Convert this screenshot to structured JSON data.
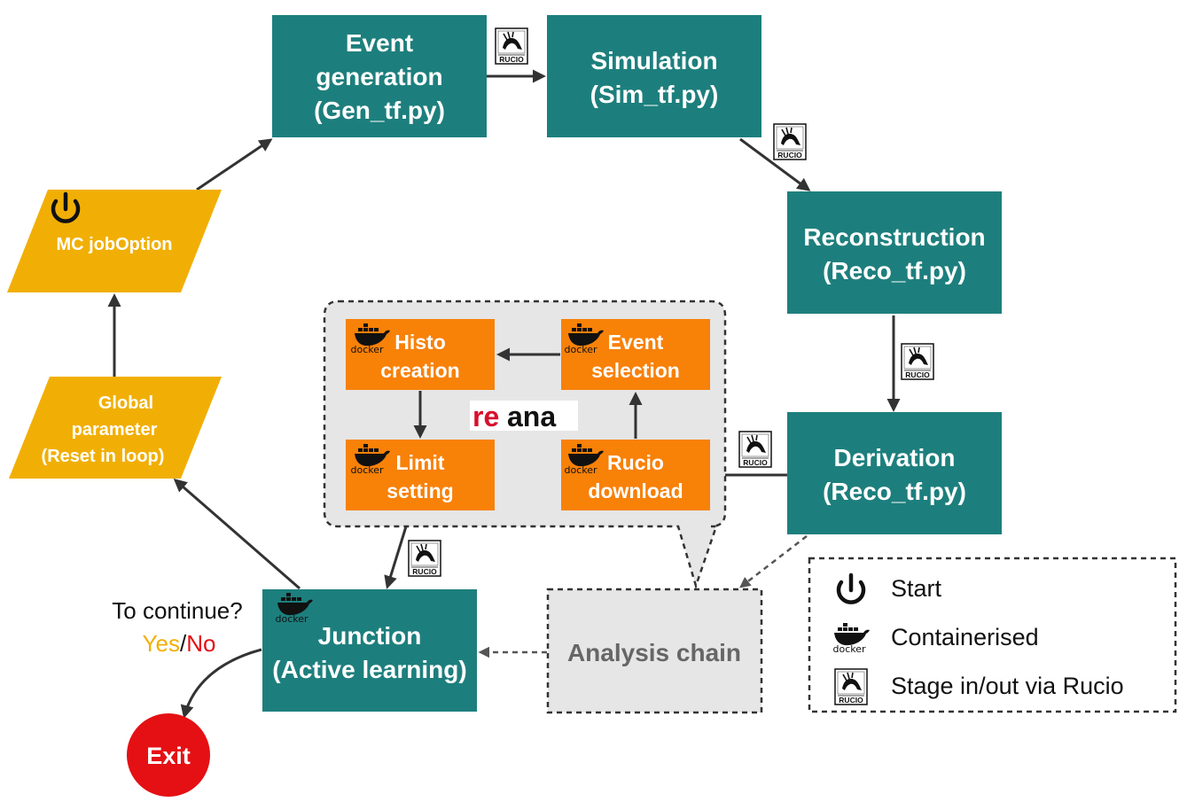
{
  "colors": {
    "teal": "#1d7f7d",
    "orange": "#f88108",
    "yellow": "#f1af05",
    "grey_box": "#e6e6e6",
    "exit_red": "#e41014",
    "yes": "#f1af05",
    "no": "#e41014",
    "reana_red": "#d7102c"
  },
  "nodes": {
    "event_generation": {
      "line1": "Event",
      "line2": "generation",
      "line3": "(Gen_tf.py)"
    },
    "simulation": {
      "line1": "Simulation",
      "line2": "(Sim_tf.py)"
    },
    "reconstruction": {
      "line1": "Reconstruction",
      "line2": "(Reco_tf.py)"
    },
    "derivation": {
      "line1": "Derivation",
      "line2": "(Reco_tf.py)"
    },
    "junction": {
      "line1": "Junction",
      "line2": "(Active learning)"
    },
    "mc_joboption": {
      "label": "MC jobOption"
    },
    "global_parameter": {
      "line1": "Global",
      "line2": "parameter",
      "line3": "(Reset in loop)"
    },
    "histo_creation": {
      "line1": "Histo",
      "line2": "creation"
    },
    "event_selection": {
      "line1": "Event",
      "line2": "selection"
    },
    "limit_setting": {
      "line1": "Limit",
      "line2": "setting"
    },
    "rucio_download": {
      "line1": "Rucio",
      "line2": "download"
    },
    "analysis_chain": {
      "label": "Analysis chain"
    },
    "exit": {
      "label": "Exit"
    }
  },
  "reana_logo": {
    "text_re": "re",
    "text_ana": "ana"
  },
  "decision": {
    "question": "To continue?",
    "yes": "Yes",
    "separator": "/",
    "no": "No"
  },
  "icons": {
    "rucio_text": "RUCIO",
    "docker_text": "docker"
  },
  "legend": {
    "items": [
      {
        "icon": "power-icon",
        "label": "Start"
      },
      {
        "icon": "docker-icon",
        "label": "Containerised"
      },
      {
        "icon": "rucio-icon",
        "label": "Stage in/out via Rucio"
      }
    ]
  }
}
